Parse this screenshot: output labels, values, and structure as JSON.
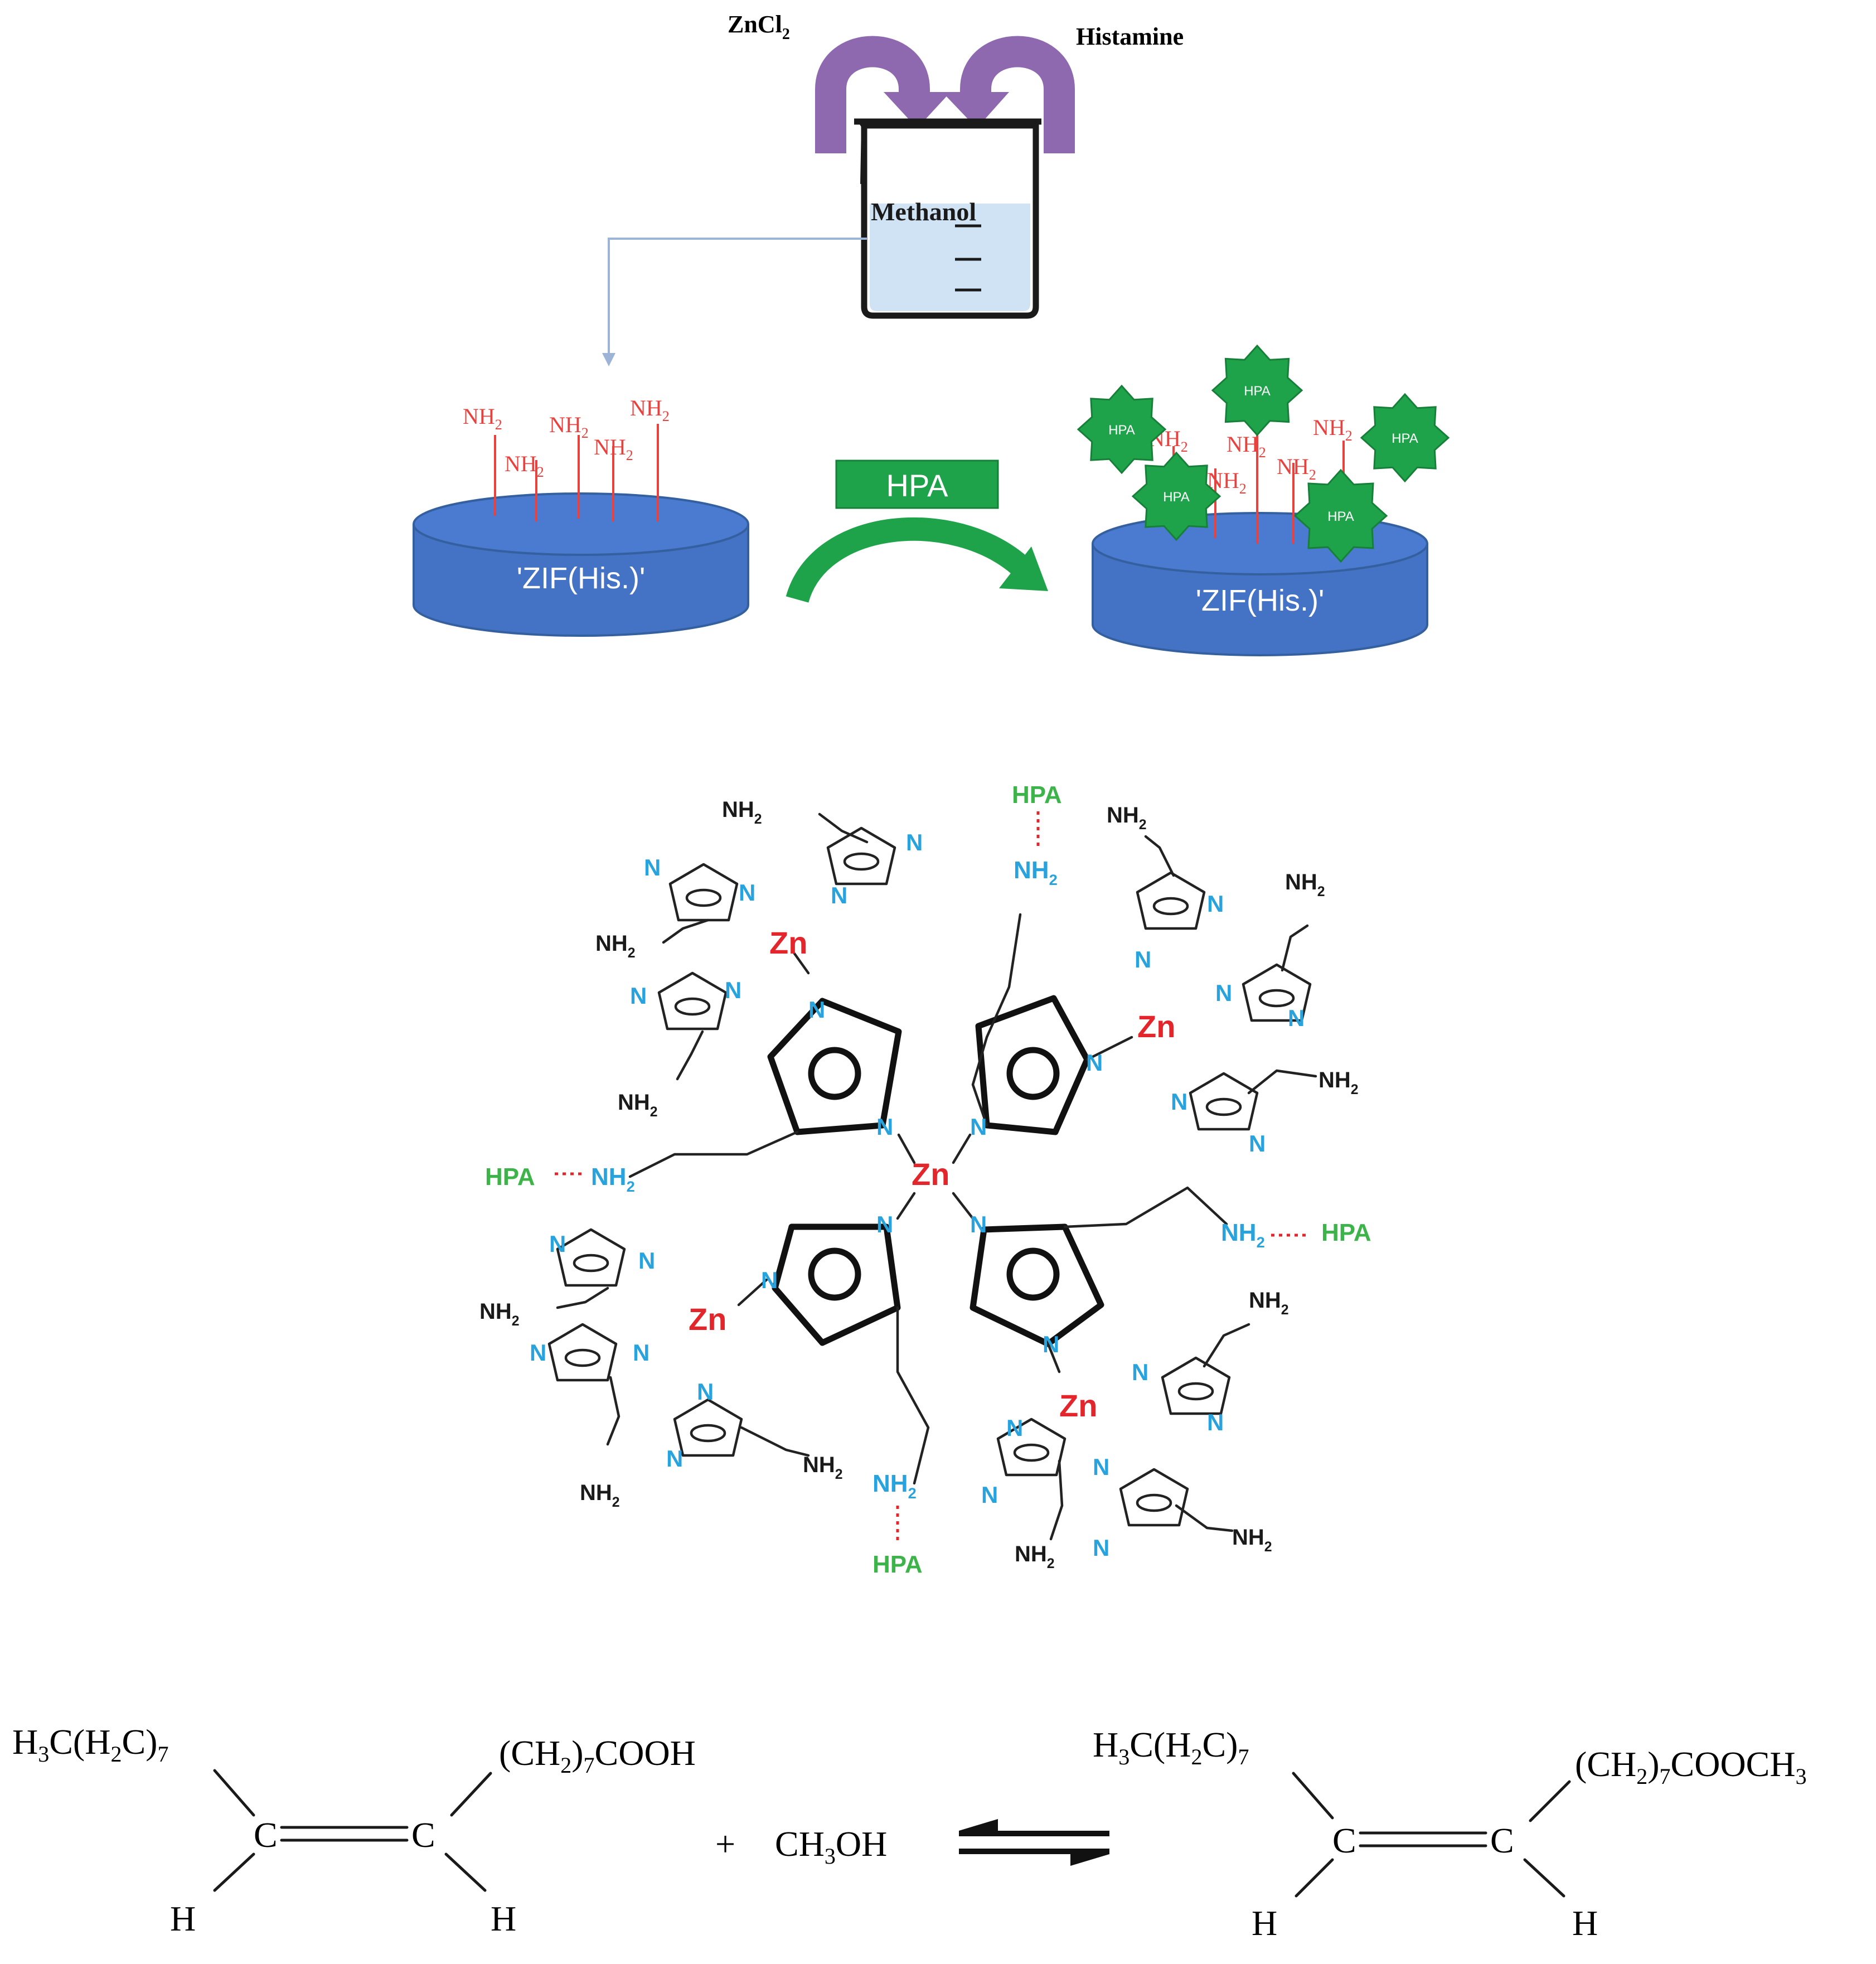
{
  "synthesis": {
    "reagent_left": "ZnCl",
    "reagent_left_sub": "2",
    "reagent_right": "Histamine",
    "solvent": "Methanol"
  },
  "immobilization": {
    "support_label": "'ZIF(His.)'",
    "support_label_right": "'ZIF(His.)'",
    "amine_group": "NH",
    "amine_sub": "2",
    "hpa_box": "HPA",
    "hpa_star": "HPA"
  },
  "structure": {
    "metal": "Zn",
    "nitrogen": "N",
    "amine": "NH",
    "amine_sub": "2",
    "hpa": "HPA"
  },
  "reaction": {
    "reactant_left_top": "H3C(H2C)7",
    "reactant_right_top": "(CH2)7COOH",
    "carbon": "C",
    "hydrogen": "H",
    "plus": "+",
    "methanol": "CH3OH",
    "product_left_top": "H3C(H2C)7",
    "product_right_top": "(CH2)7COOCH3"
  },
  "colors": {
    "arrow_purple": "#8e69b0",
    "beaker_liquid": "#cfe3f4",
    "support_blue": "#4472c4",
    "hpa_green": "#1fa34a",
    "amine_red": "#e8423f",
    "nitrogen_blue": "#29a3dd",
    "zinc_red": "#e3262b"
  }
}
